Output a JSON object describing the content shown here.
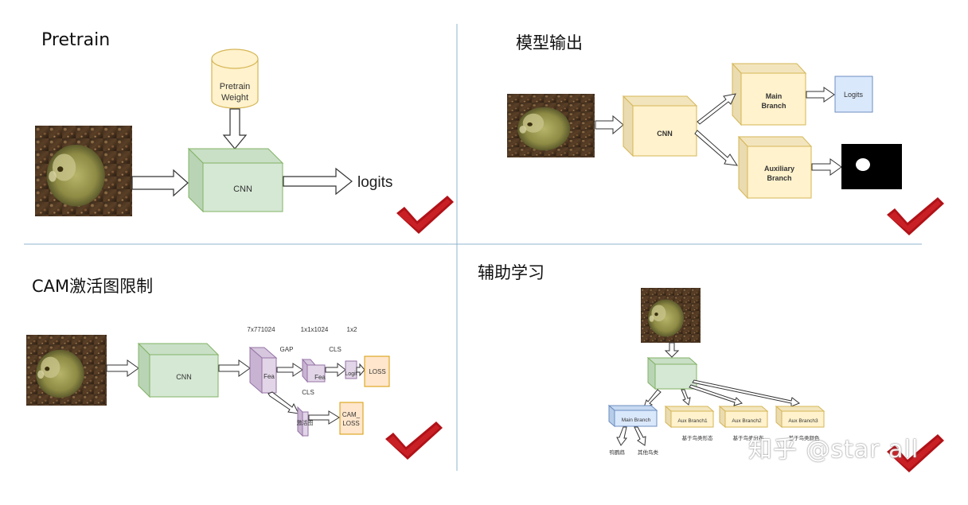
{
  "panels": {
    "pretrain": {
      "title": "Pretrain",
      "weight_line1": "Pretrain",
      "weight_line2": "Weight",
      "cnn": "CNN",
      "output": "logits"
    },
    "model_output": {
      "title": "模型输出",
      "cnn": "CNN",
      "main_line1": "Main",
      "main_line2": "Branch",
      "aux_line1": "Auxiliary",
      "aux_line2": "Branch",
      "logits": "Logits"
    },
    "cam": {
      "title": "CAM激活图限制",
      "cnn": "CNN",
      "dim1": "7x771024",
      "dim2": "1x1x1024",
      "dim3": "1x2",
      "gap": "GAP",
      "cls1": "CLS",
      "cls2": "CLS",
      "fea1": "Fea",
      "fea2": "Fea",
      "logit": "Logit",
      "map": "激活图",
      "loss": "LOSS",
      "cam_loss_line1": "CAM_",
      "cam_loss_line2": "LOSS"
    },
    "aux_learning": {
      "title": "辅助学习",
      "main": "Main Branch",
      "aux1": "Aux Branch1",
      "aux2": "Aux Branch2",
      "aux3": "Aux Branch3",
      "out_a": "鸮鹦鹉",
      "out_b": "其他鸟类",
      "desc1": "基于鸟类形态",
      "desc2": "基于鸟类分布",
      "desc3": "基于鸟类颜色"
    }
  },
  "watermark": "知乎 @star all",
  "colors": {
    "green_box": "#d5e8d4",
    "green_border": "#82b366",
    "yellow_box": "#fff2cc",
    "yellow_border": "#d6b656",
    "blue_box": "#dae8fc",
    "blue_border": "#6c8ebf",
    "purple_box": "#e1d5e7",
    "purple_border": "#9673a6",
    "orange_box": "#ffe6cc",
    "orange_border": "#d79b00",
    "check_red": "#b01218",
    "divider": "#8fb4cf"
  }
}
